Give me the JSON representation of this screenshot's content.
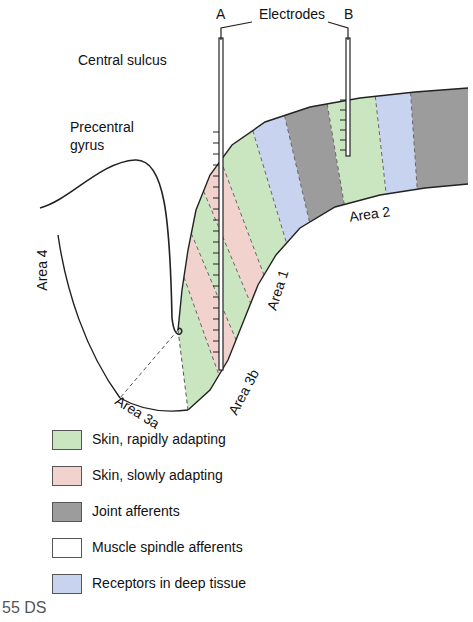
{
  "diagram": {
    "labels": [
      "A",
      "B",
      "Electrodes",
      "Central sulcus",
      "Precentral gyrus",
      "Area 4",
      "Area 3a",
      "Area 3b",
      "Area 1",
      "Area 2",
      "55 DS"
    ],
    "legend": [
      {
        "text": "Skin, rapidly adapting",
        "color": "#c9e6c1"
      },
      {
        "text": "Skin, slowly adapting",
        "color": "#f2d2cc"
      },
      {
        "text": "Joint afferents",
        "color": "#9c9c9c"
      },
      {
        "text": "Muscle spindle afferents",
        "color": "#ffffff"
      },
      {
        "text": "Receptors in deep tissue",
        "color": "#c8d3f0"
      }
    ]
  }
}
